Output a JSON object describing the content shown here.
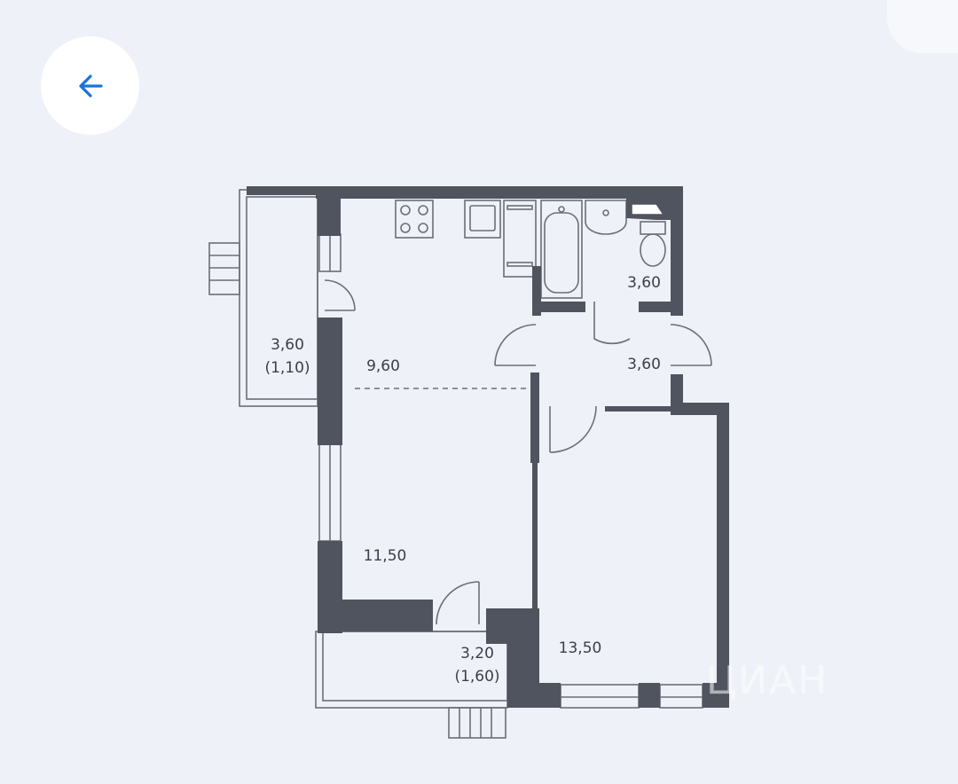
{
  "navigation": {
    "back_icon": "arrow-left-icon"
  },
  "colors": {
    "wall": "#50545e",
    "accent": "#1a73d9",
    "background": "#eef1f7",
    "line": "#6b6f78"
  },
  "floorplan": {
    "rooms": [
      {
        "id": "balcony-left",
        "area": "3,60",
        "sub": "(1,10)"
      },
      {
        "id": "kitchen",
        "area": "9,60",
        "sub": ""
      },
      {
        "id": "bathroom",
        "area": "3,60",
        "sub": ""
      },
      {
        "id": "hallway",
        "area": "3,60",
        "sub": ""
      },
      {
        "id": "living-room",
        "area": "11,50",
        "sub": ""
      },
      {
        "id": "balcony-bottom",
        "area": "3,20",
        "sub": "(1,60)"
      },
      {
        "id": "bedroom",
        "area": "13,50",
        "sub": ""
      }
    ]
  },
  "watermark": {
    "text": "ЦИАН"
  }
}
